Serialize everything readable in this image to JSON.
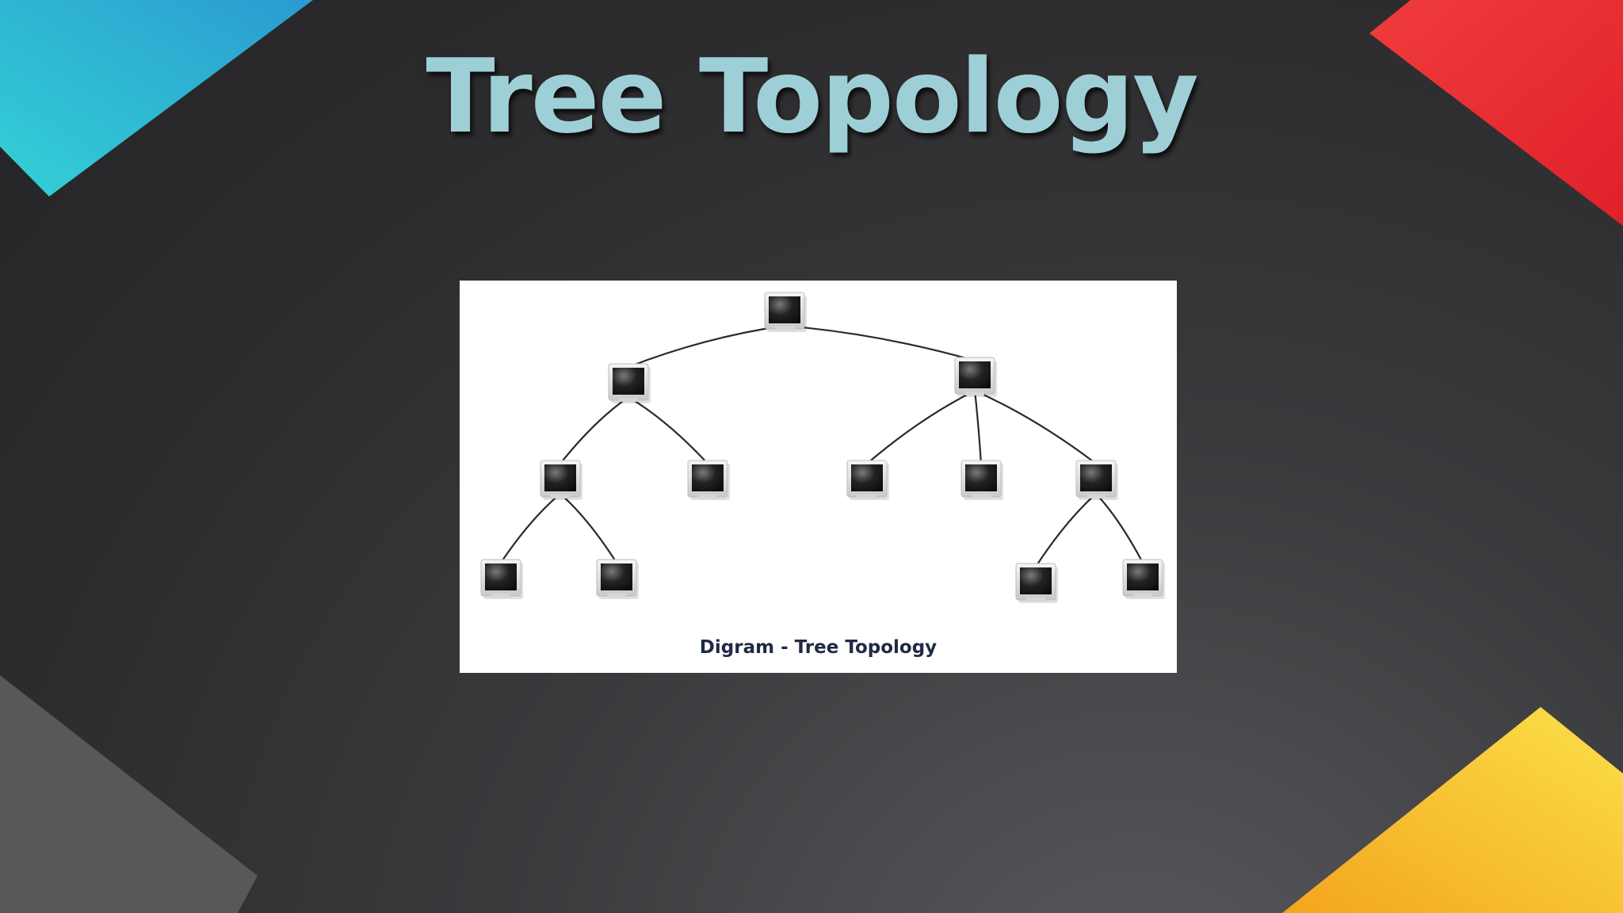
{
  "slide": {
    "title": "Tree Topology",
    "title_color": "#9ecfd6"
  },
  "diagram": {
    "caption": "Digram - Tree Topology",
    "nodes": [
      {
        "id": "root",
        "icon": "computer-monitor-icon"
      },
      {
        "id": "l1-left",
        "icon": "computer-monitor-icon"
      },
      {
        "id": "l1-right",
        "icon": "computer-monitor-icon"
      },
      {
        "id": "l2-a",
        "icon": "computer-monitor-icon"
      },
      {
        "id": "l2-b",
        "icon": "computer-monitor-icon"
      },
      {
        "id": "l2-c",
        "icon": "computer-monitor-icon"
      },
      {
        "id": "l2-d",
        "icon": "computer-monitor-icon"
      },
      {
        "id": "l2-e",
        "icon": "computer-monitor-icon"
      },
      {
        "id": "l3-a",
        "icon": "computer-monitor-icon"
      },
      {
        "id": "l3-b",
        "icon": "computer-monitor-icon"
      },
      {
        "id": "l3-c",
        "icon": "computer-monitor-icon"
      },
      {
        "id": "l3-d",
        "icon": "computer-monitor-icon"
      }
    ],
    "edges": [
      [
        "root",
        "l1-left"
      ],
      [
        "root",
        "l1-right"
      ],
      [
        "l1-left",
        "l2-a"
      ],
      [
        "l1-left",
        "l2-b"
      ],
      [
        "l1-right",
        "l2-c"
      ],
      [
        "l1-right",
        "l2-d"
      ],
      [
        "l1-right",
        "l2-e"
      ],
      [
        "l2-a",
        "l3-a"
      ],
      [
        "l2-a",
        "l3-b"
      ],
      [
        "l2-e",
        "l3-c"
      ],
      [
        "l2-e",
        "l3-d"
      ]
    ]
  },
  "decor": {
    "top_left_color": "#2bc3d6",
    "top_right_color": "#ea2a2a",
    "bottom_left_color": "#5e5e60",
    "bottom_right_color": "#f7c531"
  }
}
